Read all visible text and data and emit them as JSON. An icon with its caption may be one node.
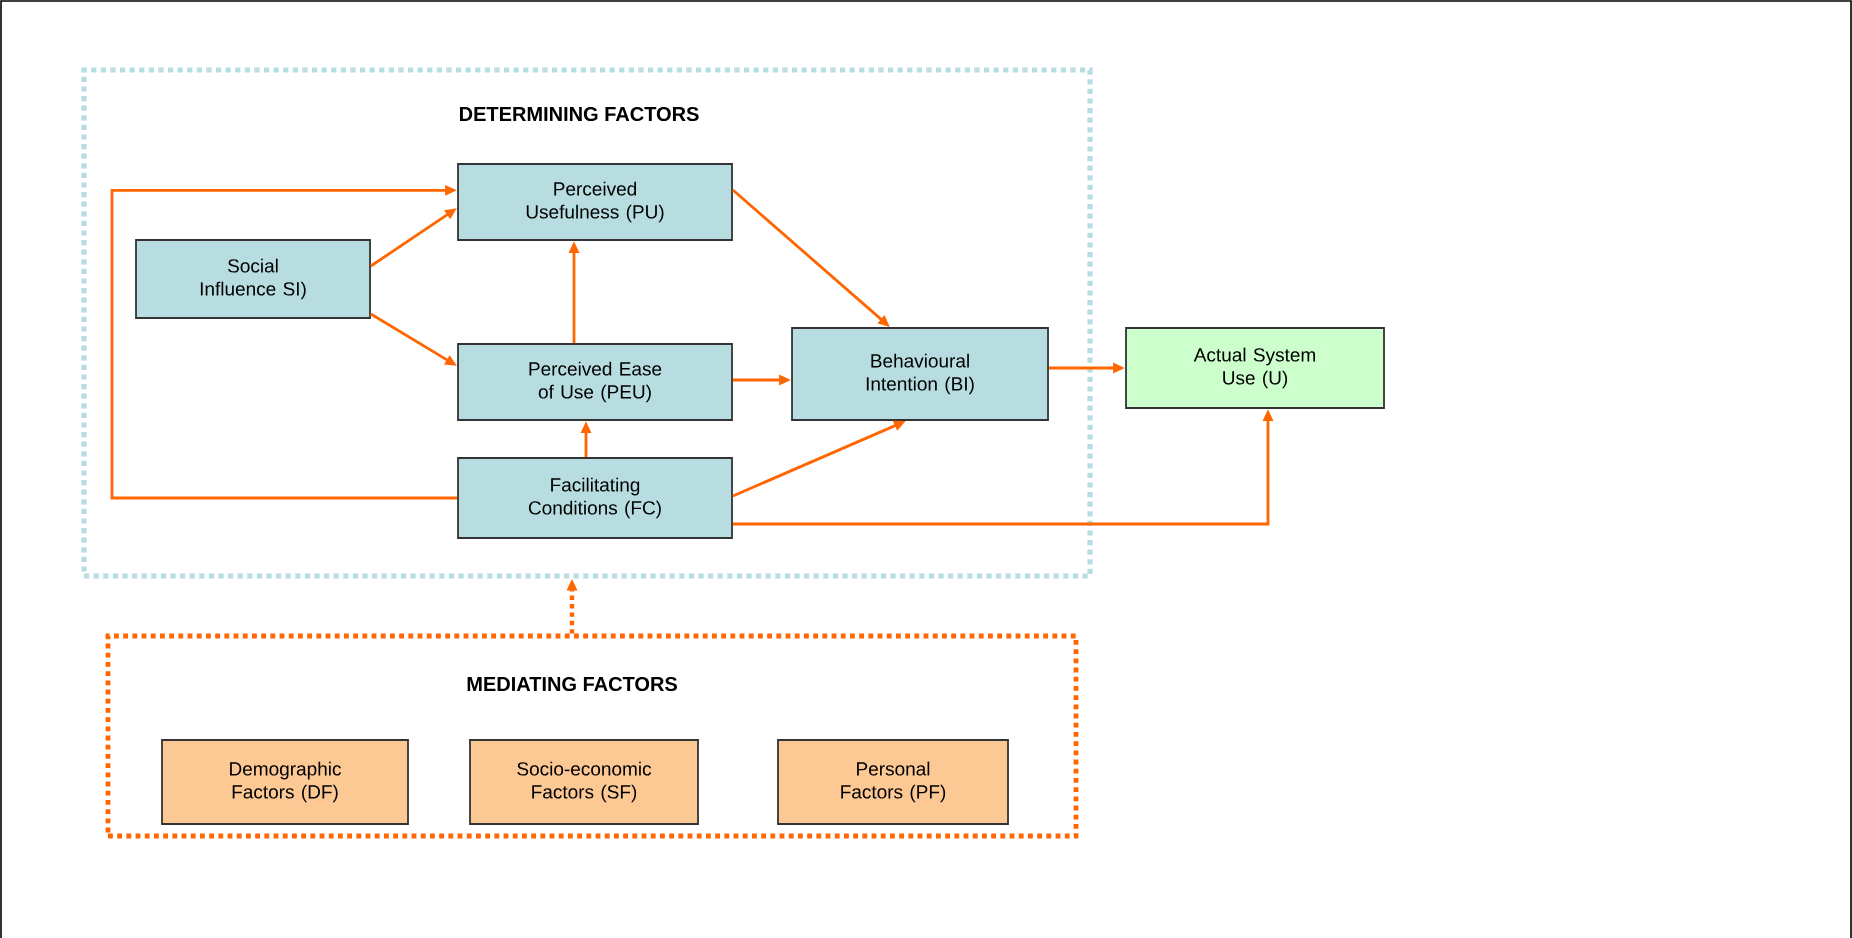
{
  "diagram": {
    "nodes": [
      {
        "text": [
          "DETERMINING FACTORS"
        ]
      },
      {
        "text": [
          "Perceived Usefulness (PU)"
        ],
        "in": 0
      },
      {
        "text": [
          "Social Influence SI)"
        ],
        "in": 0
      },
      {
        "text": [
          "Perceived Ease of Use (PEU)"
        ],
        "in": 0
      },
      {
        "text": [
          "Behavioural Intention (BI)"
        ],
        "in": 0
      },
      {
        "text": [
          "Facilitating Conditions (FC)"
        ],
        "in": 0
      },
      {
        "text": [
          "Actual System Use (U)"
        ]
      },
      {
        "text": [
          "MEDIATING FACTORS"
        ]
      },
      {
        "text": [
          "Demographic Factors (DF)"
        ],
        "in": 7
      },
      {
        "text": [
          "Socio-economic Factors (SF)"
        ],
        "in": 7
      },
      {
        "text": [
          "Personal Factors (PF)"
        ],
        "in": 7
      }
    ],
    "edges": [
      {
        "from": 2,
        "to": 1,
        "arrow": "to"
      },
      {
        "from": 2,
        "to": 3,
        "arrow": "to"
      },
      {
        "from": 5,
        "to": 1,
        "arrow": "to"
      },
      {
        "from": 3,
        "to": 1,
        "arrow": "to"
      },
      {
        "from": 1,
        "to": 4,
        "arrow": "to"
      },
      {
        "from": 3,
        "to": 4,
        "arrow": "to"
      },
      {
        "from": 5,
        "to": 3,
        "arrow": "to"
      },
      {
        "from": 5,
        "to": 4,
        "arrow": "to"
      },
      {
        "from": 4,
        "to": 6,
        "arrow": "to"
      },
      {
        "from": 5,
        "to": 6,
        "arrow": "to"
      },
      {
        "from": 7,
        "to": 0,
        "arrow": "to",
        "style": "dashed"
      }
    ]
  }
}
